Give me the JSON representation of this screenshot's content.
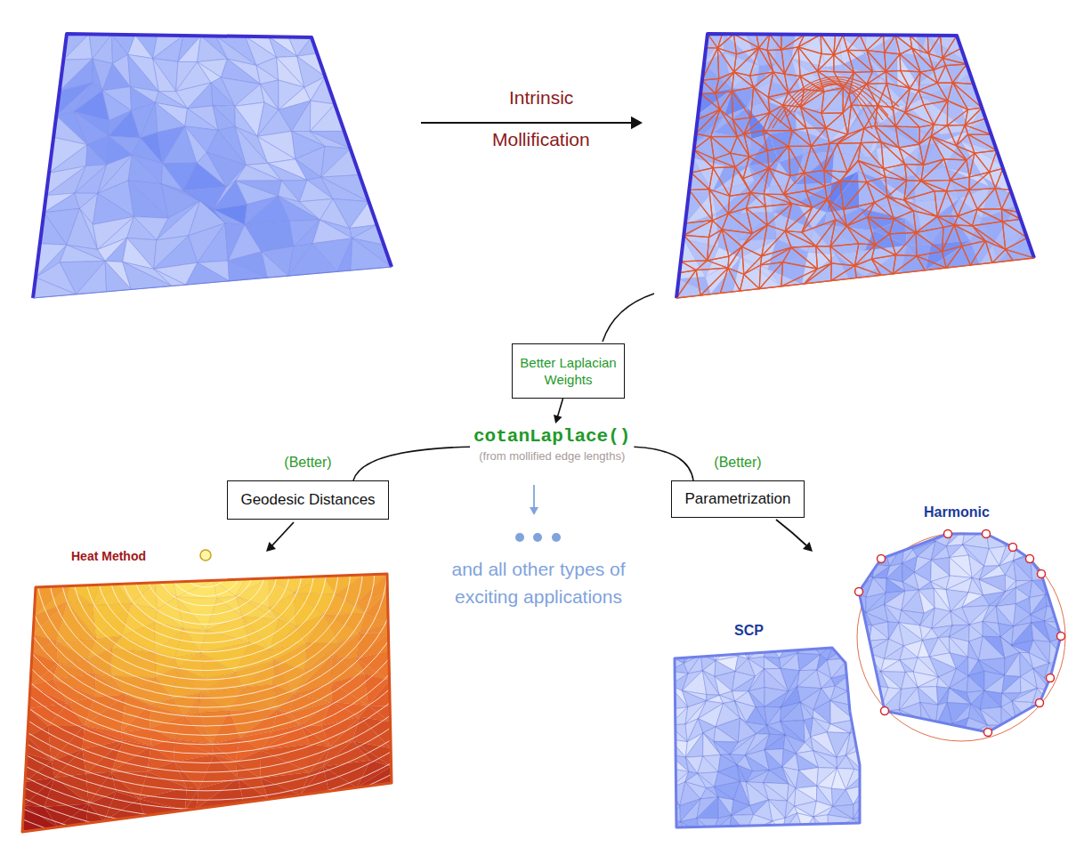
{
  "diagram": {
    "nodes": [
      {
        "text": [
          "Better Laplacian Weights"
        ]
      },
      {
        "text": [
          "cotanLaplace()",
          "(from mollified edge lengths)"
        ]
      },
      {
        "text": [
          "(Better)",
          "Geodesic Distances"
        ]
      },
      {
        "text": [
          "(Better)",
          "Parametrization"
        ]
      }
    ],
    "edges": [
      {
        "from": 0,
        "to": 1,
        "arrow": "to"
      },
      {
        "from": 1,
        "to": 2,
        "arrow": "none"
      },
      {
        "from": 1,
        "to": 3,
        "arrow": "none"
      }
    ],
    "labels": [
      "Intrinsic",
      "Mollification",
      "Heat Method",
      "and all other types of exciting applications",
      "Harmonic",
      "SCP"
    ]
  }
}
